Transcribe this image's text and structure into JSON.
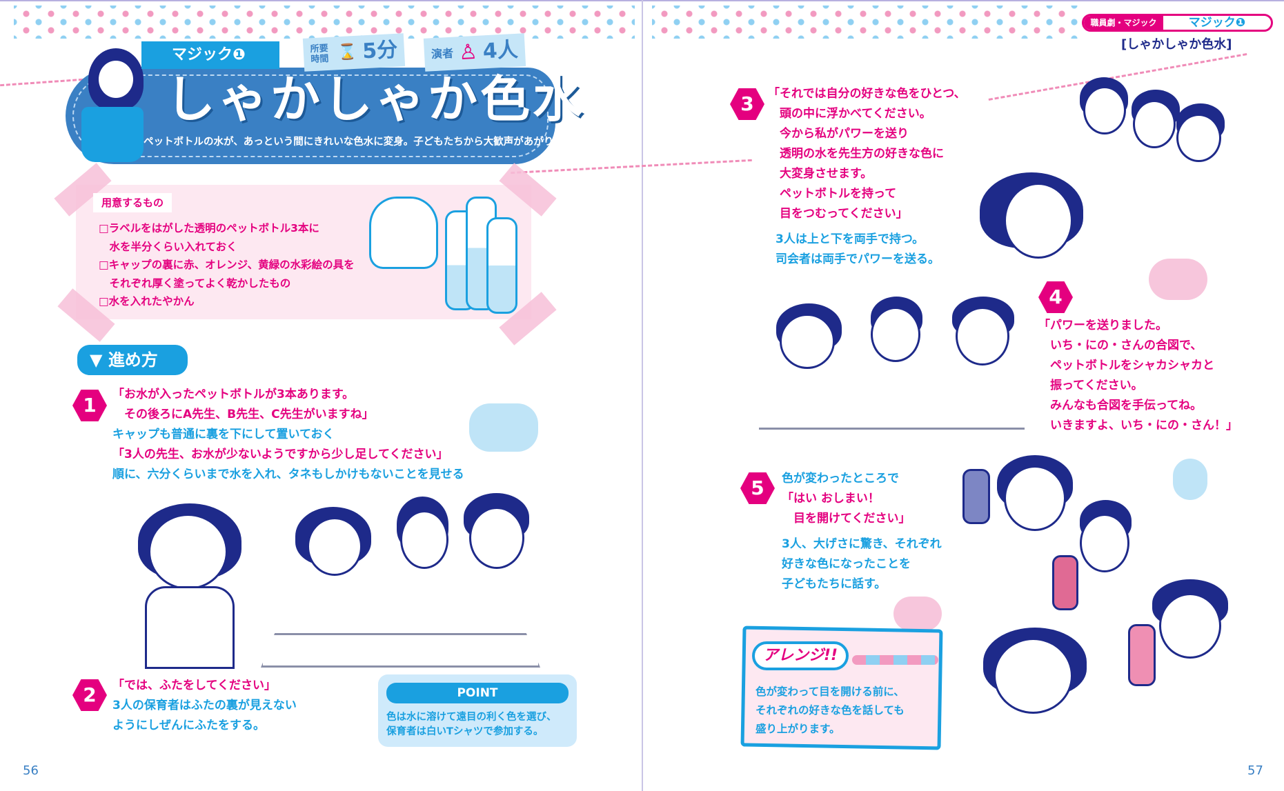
{
  "left_page": {
    "tag": "マジック❶",
    "time": {
      "label": "所要時間",
      "value": "5分"
    },
    "performers": {
      "label": "演者",
      "value": "4人"
    },
    "title": "しゃかしゃか色水",
    "subtitle": "ペットボトルの水が、あっという間にきれいな色水に変身。子どもたちから大歓声があがります。",
    "materials": {
      "heading": "用意するもの",
      "items": [
        "□ラベルをはがした透明のペットボトル3本に",
        "　水を半分くらい入れておく",
        "□キャップの裏に赤、オレンジ、黄緑の水彩絵の具を",
        "　それぞれ厚く塗ってよく乾かしたもの",
        "□水を入れたやかん"
      ]
    },
    "section_heading": "▼ 進め方",
    "step1": {
      "number": "1",
      "lines": [
        {
          "text": "「お水が入ったペットボトルが3本あります。",
          "color": "pink"
        },
        {
          "text": "　その後ろにA先生、B先生、C先生がいますね」",
          "color": "pink"
        },
        {
          "text": "キャップも普通に裏を下にして置いておく",
          "color": "blue"
        },
        {
          "text": "「3人の先生、お水が少ないようですから少し足してください」",
          "color": "pink"
        },
        {
          "text": "順に、六分くらいまで水を入れ、タネもしかけもないことを見せる",
          "color": "blue"
        }
      ]
    },
    "step2": {
      "number": "2",
      "lines": [
        {
          "text": "「では、ふたをしてください」",
          "color": "pink"
        },
        {
          "text": "3人の保育者はふたの裏が見えない",
          "color": "blue"
        },
        {
          "text": "ようにしぜんにふたをする。",
          "color": "blue"
        }
      ]
    },
    "point": {
      "heading": "POINT",
      "lines": [
        "色は水に溶けて遠目の利く色を選び、",
        "保育者は白いTシャツで参加する。"
      ]
    },
    "page_number": "56"
  },
  "right_page": {
    "header_tag": {
      "category": "職員劇・マジック",
      "item": "マジック❶"
    },
    "bracket_title": "[しゃかしゃか色水]",
    "step3": {
      "number": "3",
      "lines": [
        {
          "text": "「それでは自分の好きな色をひとつ、",
          "color": "pink"
        },
        {
          "text": "　頭の中に浮かべてください。",
          "color": "pink"
        },
        {
          "text": "　今から私がパワーを送り",
          "color": "pink"
        },
        {
          "text": "　透明の水を先生方の好きな色に",
          "color": "pink"
        },
        {
          "text": "　大変身させます。",
          "color": "pink"
        },
        {
          "text": "　ペットボトルを持って",
          "color": "pink"
        },
        {
          "text": "　目をつむってください」",
          "color": "pink"
        }
      ],
      "notes": [
        "3人は上と下を両手で持つ。",
        "司会者は両手でパワーを送る。"
      ]
    },
    "step4": {
      "number": "4",
      "lines": [
        "「パワーを送りました。",
        "　いち・にの・さんの合図で、",
        "　ペットボトルをシャカシャカと",
        "　振ってください。",
        "　みんなも合図を手伝ってね。",
        "　いきますよ、いち・にの・さん！」"
      ]
    },
    "step5": {
      "number": "5",
      "lines": [
        {
          "text": "色が変わったところで",
          "color": "blue"
        },
        {
          "text": "「はい おしまい！",
          "color": "pink"
        },
        {
          "text": "　目を開けてください」",
          "color": "pink"
        }
      ],
      "notes": [
        "3人、大げさに驚き、それぞれ",
        "好きな色になったことを",
        "子どもたちに話す。"
      ]
    },
    "arrange": {
      "heading": "アレンジ!!",
      "lines": [
        "色が変わって目を開ける前に、",
        "それぞれの好きな色を話しても",
        "盛り上がります。"
      ]
    },
    "page_number": "57"
  },
  "colors": {
    "pink": "#e4007f",
    "blue": "#1aa0e0",
    "navy": "#1e2a8a",
    "banner": "#3a80c4"
  }
}
